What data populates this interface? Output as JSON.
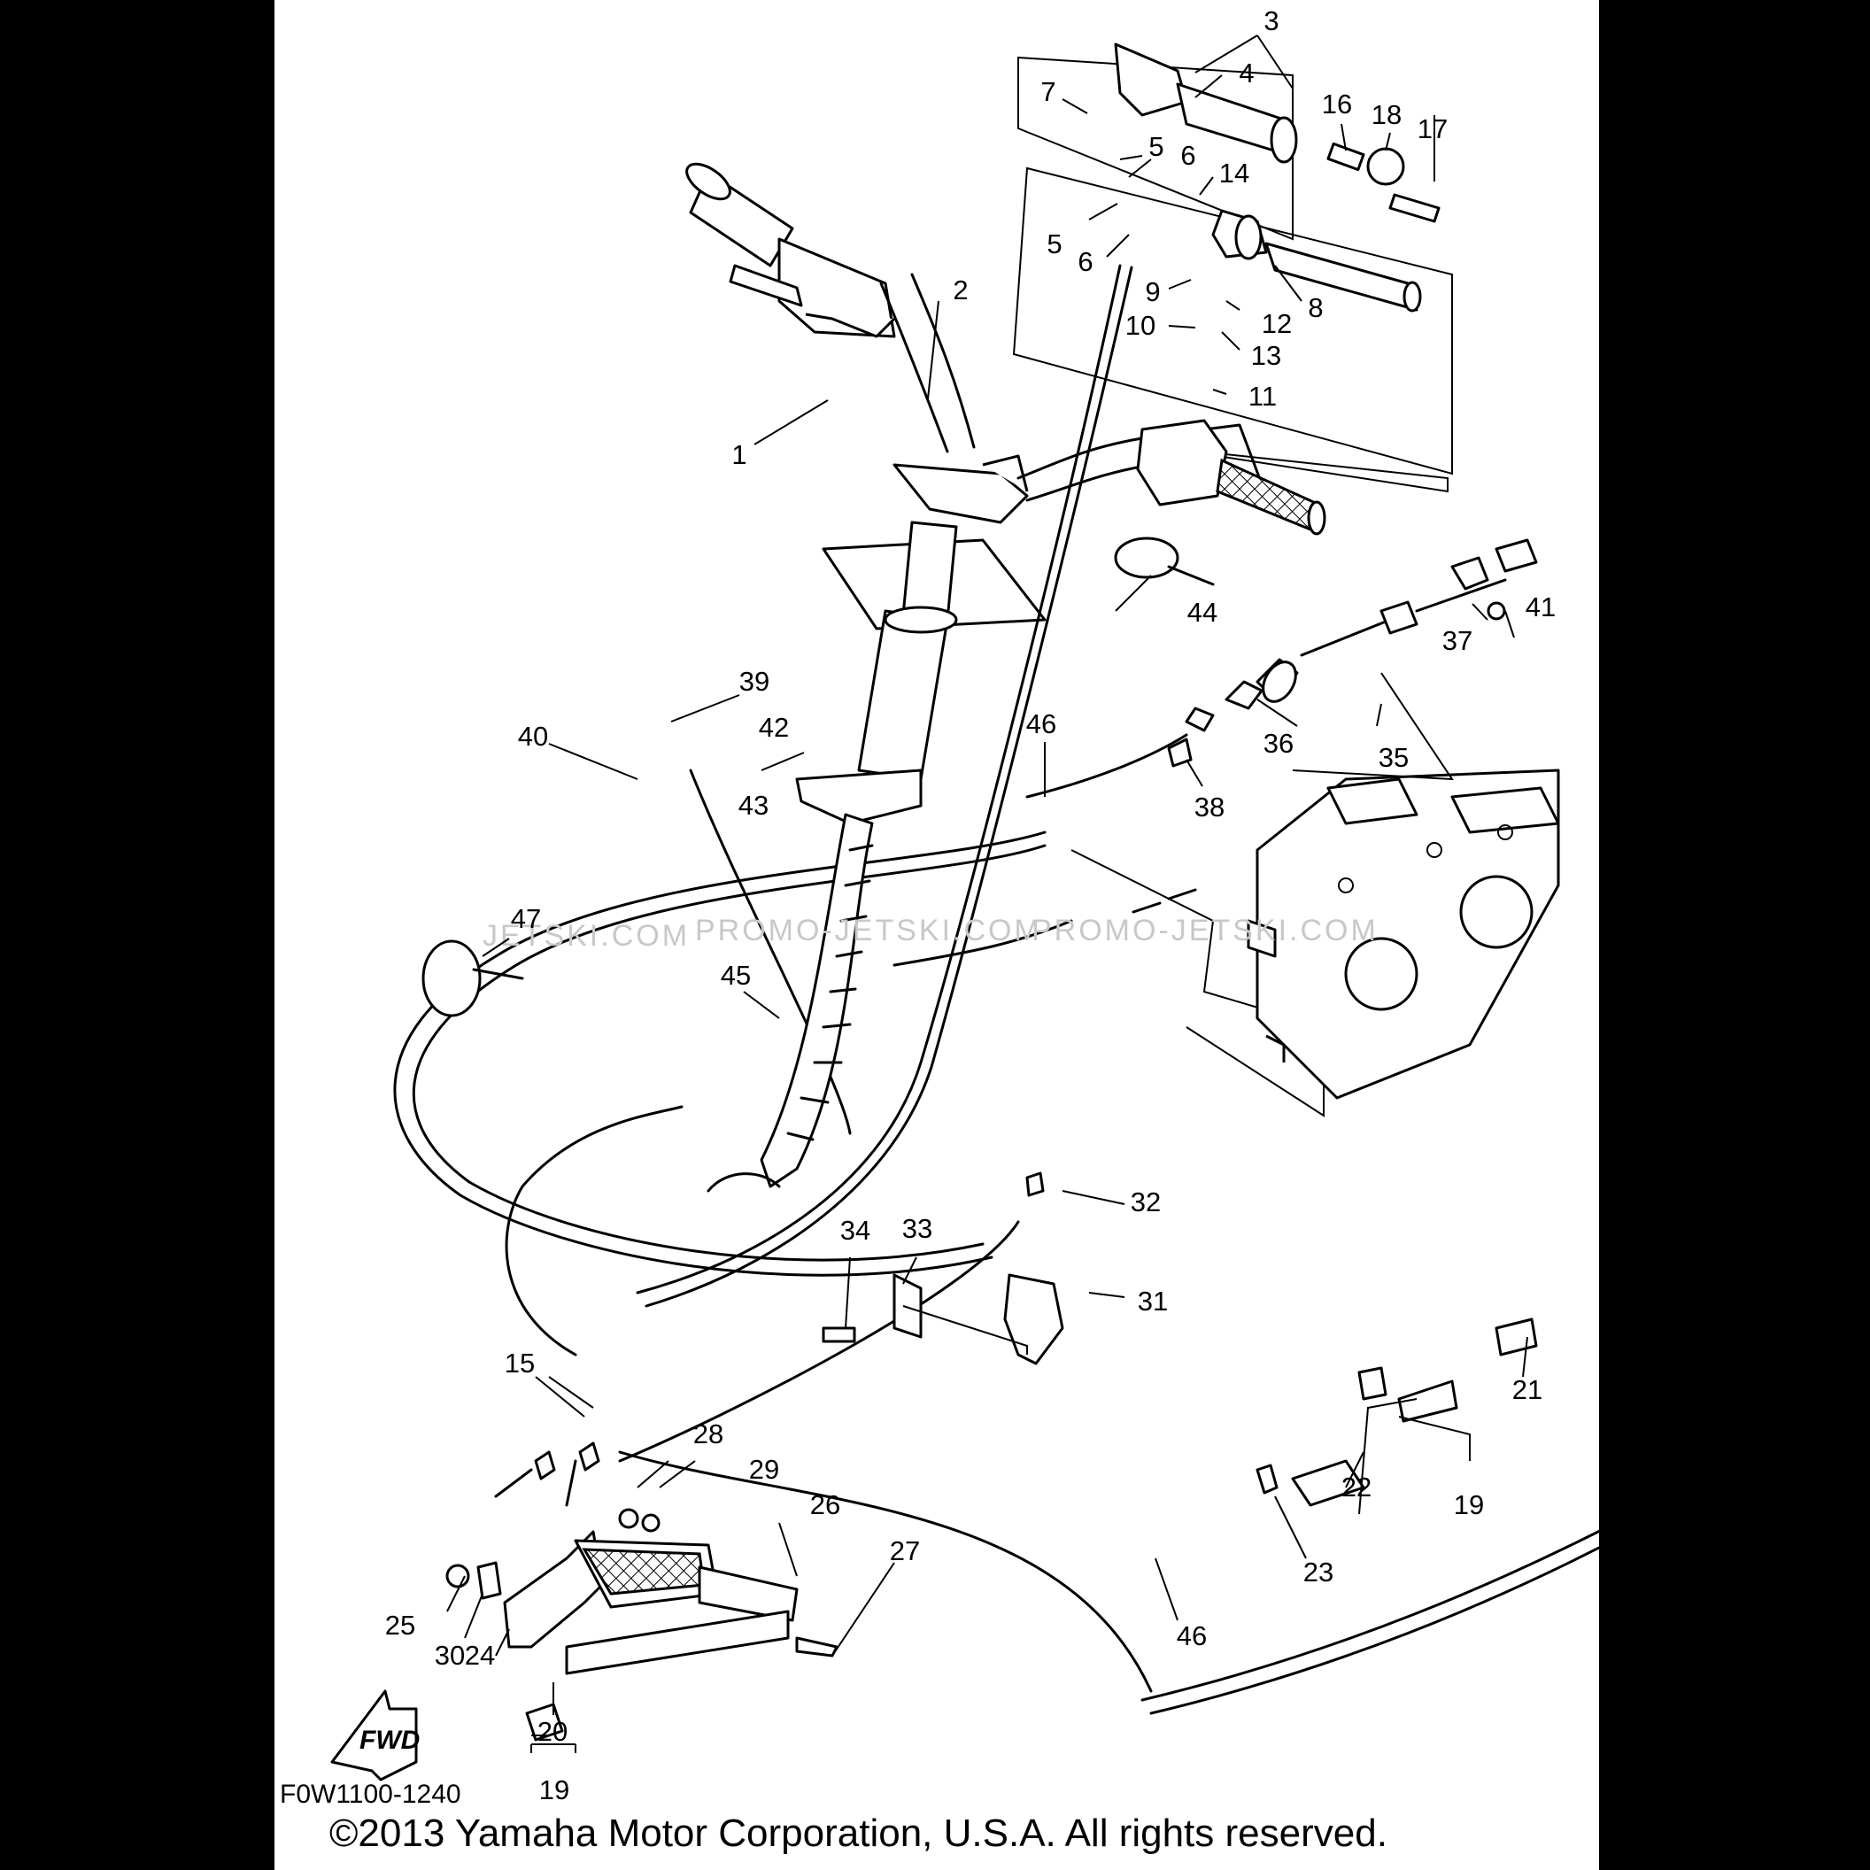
{
  "callouts": [
    "1",
    "2",
    "3",
    "4",
    "5",
    "5",
    "6",
    "6",
    "7",
    "8",
    "9",
    "10",
    "11",
    "12",
    "13",
    "14",
    "15",
    "16",
    "17",
    "18",
    "19",
    "19",
    "20",
    "21",
    "22",
    "23",
    "24",
    "25",
    "26",
    "27",
    "28",
    "29",
    "30",
    "31",
    "32",
    "33",
    "34",
    "35",
    "36",
    "37",
    "38",
    "39",
    "40",
    "41",
    "42",
    "43",
    "44",
    "45",
    "46",
    "46",
    "47"
  ],
  "watermark": {
    "left": "JETSKI.COM",
    "middle": "PROMO-JETSKI.COM",
    "right": "PROMO-JETSKI.COM"
  },
  "fwd_label": "FWD",
  "drawing_code": "F0W1100-1240",
  "copyright": "©2013 Yamaha Motor Corporation, U.S.A. All rights reserved."
}
